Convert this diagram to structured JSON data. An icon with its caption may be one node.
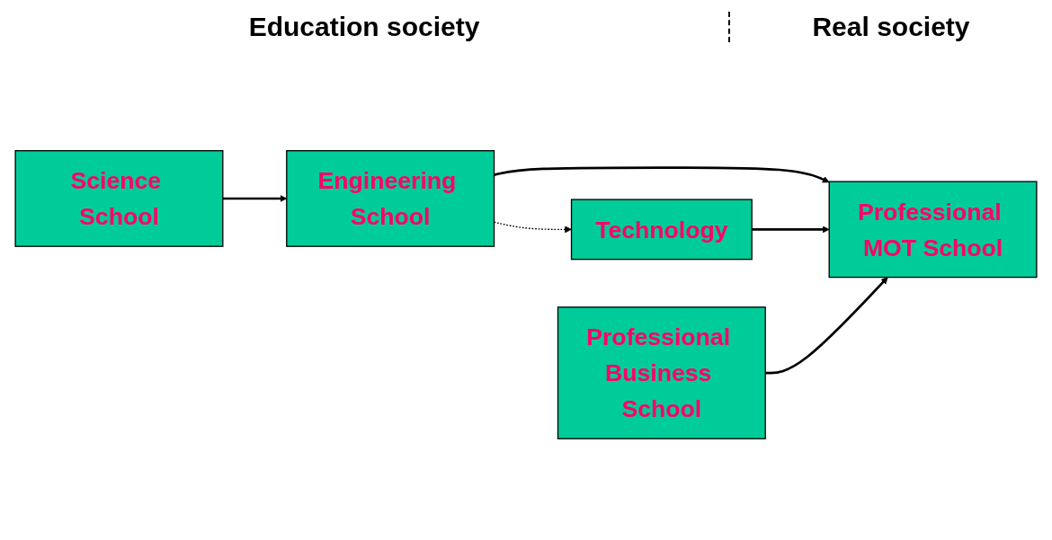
{
  "diagram": {
    "nodes": [
      {
        "text": [
          "Science School"
        ]
      },
      {
        "text": [
          "Engineering School"
        ]
      },
      {
        "text": [
          "Professional MOT School"
        ]
      },
      {
        "text": [
          "Technology"
        ]
      },
      {
        "text": [
          "Professional Business School"
        ]
      }
    ],
    "edges": [
      {
        "from": 0,
        "to": 1,
        "arrow": "to"
      },
      {
        "from": 1,
        "to": 2,
        "arrow": "to"
      },
      {
        "from": 1,
        "to": 3,
        "arrow": "to",
        "style": "dashed"
      },
      {
        "from": 3,
        "to": 2,
        "arrow": "to"
      },
      {
        "from": 4,
        "to": 2,
        "arrow": "to"
      }
    ],
    "labels": [
      "Education society",
      "Real society"
    ]
  }
}
